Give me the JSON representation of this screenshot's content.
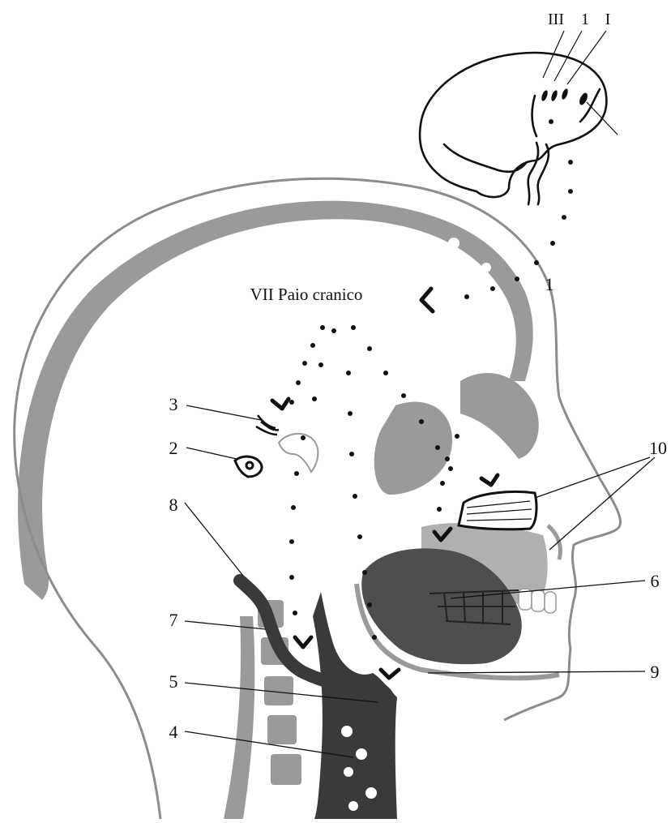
{
  "diagram": {
    "title": "VII Paio cranico",
    "brain_labels": [
      "III",
      "1",
      "I"
    ],
    "labels": {
      "n1": "1",
      "n2": "2",
      "n3": "3",
      "n4": "4",
      "n5": "5",
      "n6": "6",
      "n7": "7",
      "n8": "8",
      "n9": "9",
      "n10": "10"
    }
  },
  "colors": {
    "outline": "#8c8c8c",
    "bone": "#9a9a9a",
    "dark": "#3a3a3a",
    "muscle": "#4e4e4e",
    "ink": "#111111"
  }
}
